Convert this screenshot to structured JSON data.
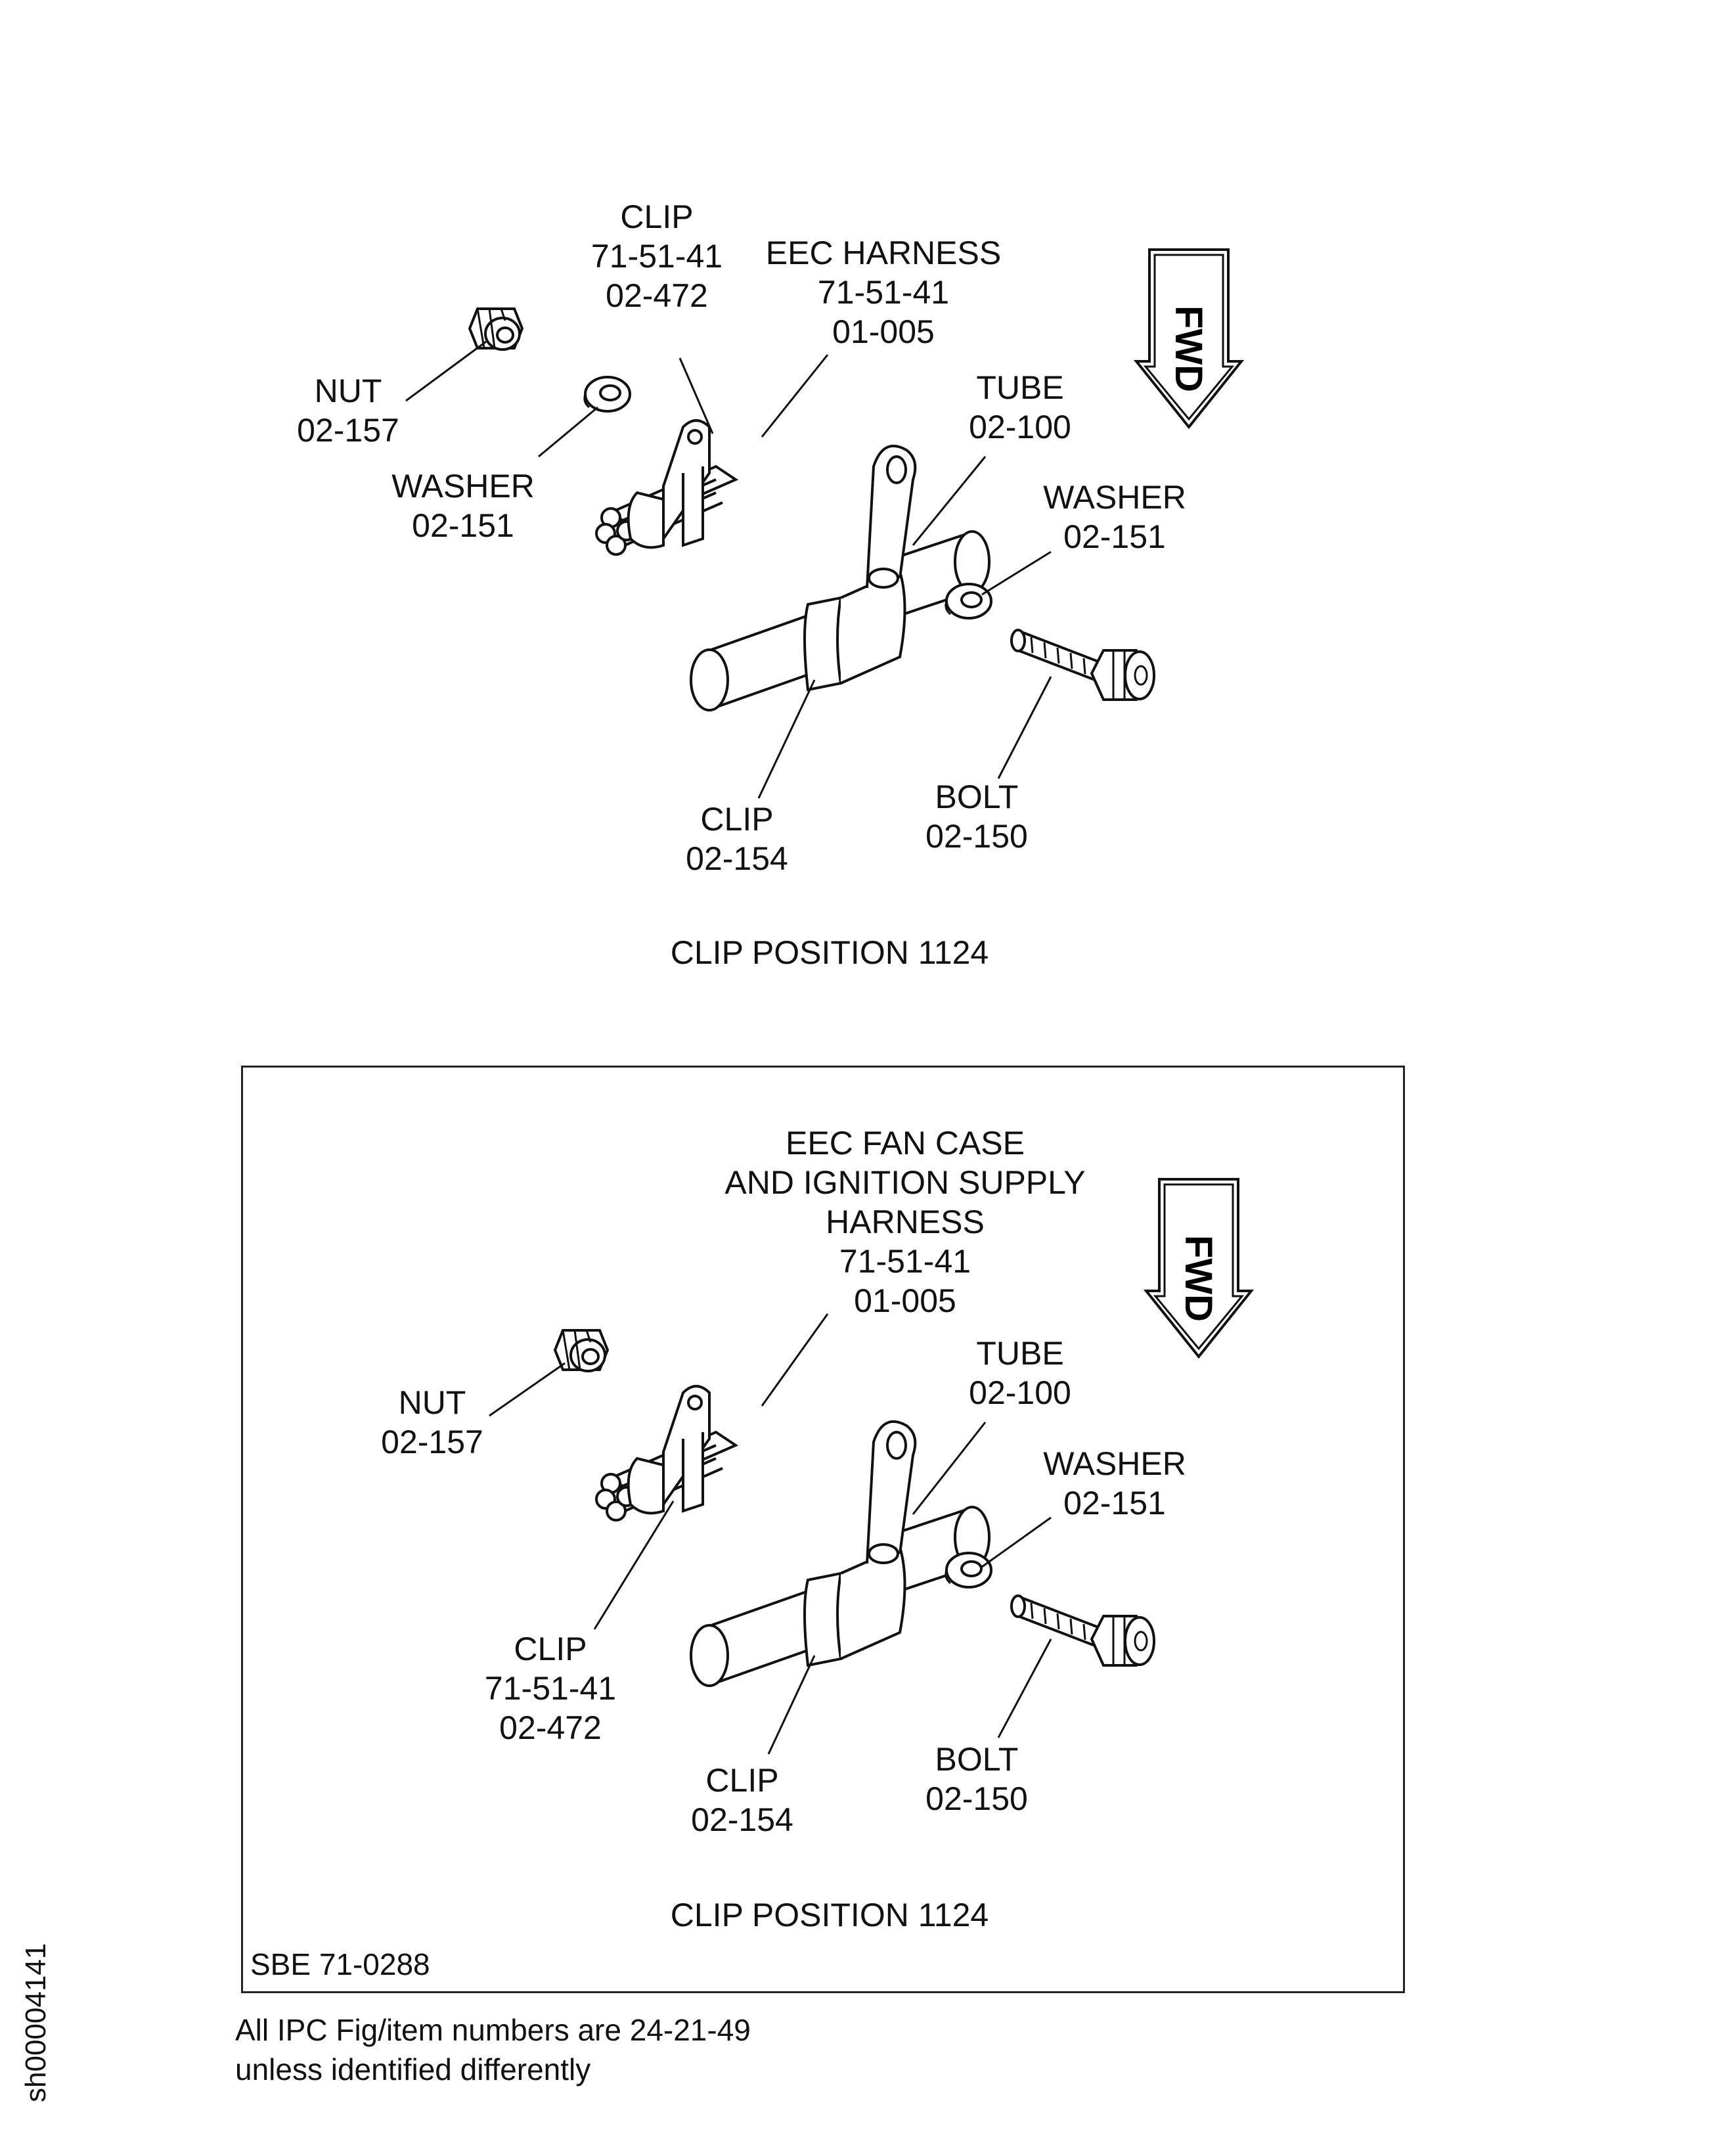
{
  "top_view": {
    "caption": "CLIP POSITION 1124",
    "fwd": "FWD",
    "labels": {
      "clip_upper": [
        "CLIP",
        "71-51-41",
        "02-472"
      ],
      "harness": [
        "EEC HARNESS",
        "71-51-41",
        "01-005"
      ],
      "nut": [
        "NUT",
        "02-157"
      ],
      "washer_left": [
        "WASHER",
        "02-151"
      ],
      "tube": [
        "TUBE",
        "02-100"
      ],
      "washer_right": [
        "WASHER",
        "02-151"
      ],
      "clip_lower": [
        "CLIP",
        "02-154"
      ],
      "bolt": [
        "BOLT",
        "02-150"
      ]
    }
  },
  "bottom_view": {
    "caption": "CLIP POSITION 1124",
    "reference": "SBE 71-0288",
    "fwd": "FWD",
    "labels": {
      "harness": [
        "EEC FAN CASE",
        "AND IGNITION SUPPLY",
        "HARNESS",
        "71-51-41",
        "01-005"
      ],
      "nut": [
        "NUT",
        "02-157"
      ],
      "tube": [
        "TUBE",
        "02-100"
      ],
      "washer": [
        "WASHER",
        "02-151"
      ],
      "clip_upper": [
        "CLIP",
        "71-51-41",
        "02-472"
      ],
      "clip_lower": [
        "CLIP",
        "02-154"
      ],
      "bolt": [
        "BOLT",
        "02-150"
      ]
    }
  },
  "footnote": [
    "All IPC Fig/item numbers are 24-21-49",
    "unless identified differently"
  ],
  "sheet_id": "sh00004141"
}
